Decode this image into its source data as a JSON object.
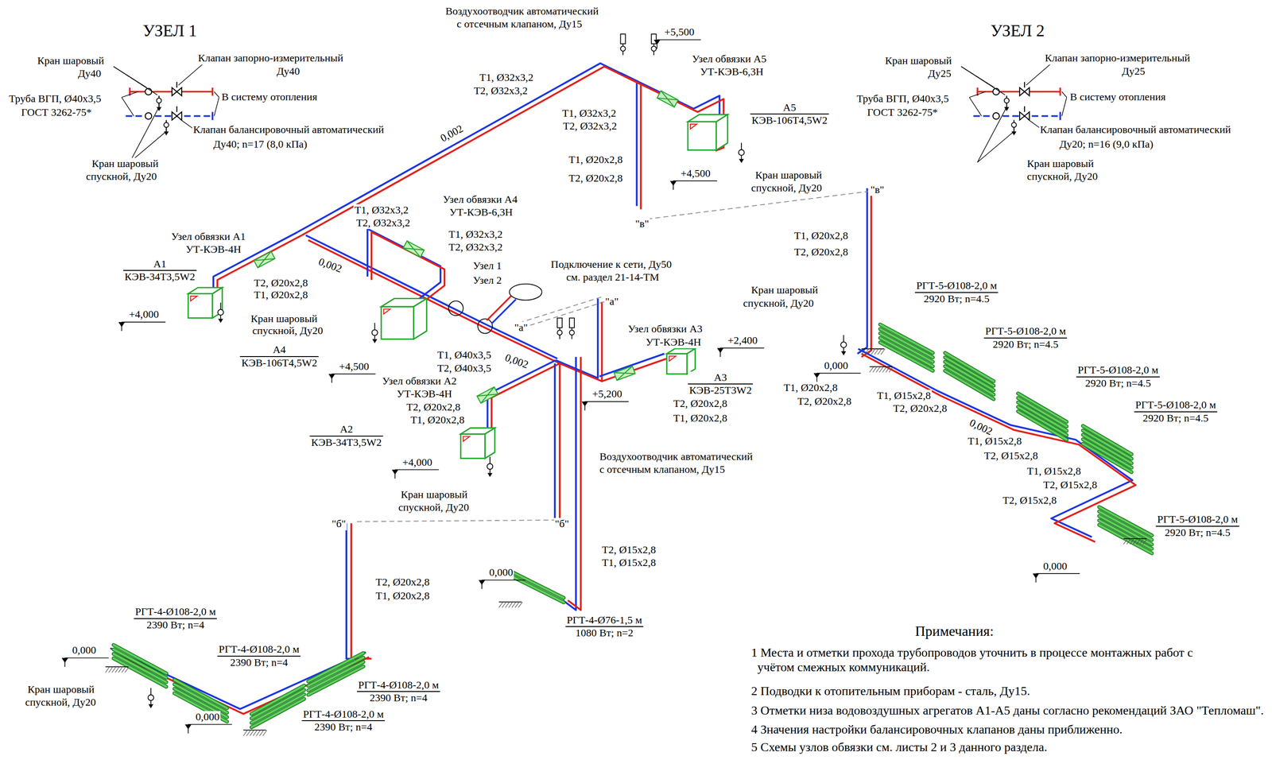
{
  "diagram": {
    "nodes": [
      {
        "text": [
          "А5",
          "КЭВ-106Т4,5W2"
        ]
      },
      {
        "text": [
          "А1",
          "КЭВ-34Т3,5W2"
        ]
      },
      {
        "text": [
          "А4",
          "КЭВ-106Т4,5W2"
        ]
      },
      {
        "text": [
          "А3",
          "КЭВ-25Т3W2"
        ]
      },
      {
        "text": [
          "А2",
          "КЭВ-34Т3,5W2"
        ]
      },
      {
        "text": [
          "РГТ-4-Ø76-1,5 м",
          "1080 Вт; n=2"
        ]
      },
      {
        "text": [
          "РГТ-4-Ø108-2,0 м",
          "2390 Вт; n=4"
        ]
      },
      {
        "text": [
          "РГТ-4-Ø108-2,0 м",
          "2390 Вт; n=4"
        ]
      },
      {
        "text": [
          "РГТ-4-Ø108-2,0 м",
          "2390 Вт; n=4"
        ]
      },
      {
        "text": [
          "РГТ-4-Ø108-2,0 м",
          "2390 Вт; n=4"
        ]
      },
      {
        "text": [
          "РГТ-5-Ø108-2,0 м",
          "2920 Вт; n=4.5"
        ]
      },
      {
        "text": [
          "РГТ-5-Ø108-2,0 м",
          "2920 Вт; n=4.5"
        ]
      },
      {
        "text": [
          "РГТ-5-Ø108-2,0 м",
          "2920 Вт; n=4.5"
        ]
      },
      {
        "text": [
          "РГТ-5-Ø108-2,0 м",
          "2920 Вт; n=4.5"
        ]
      },
      {
        "text": [
          "РГТ-5-Ø108-2,0 м",
          "2920 Вт; n=4.5"
        ]
      }
    ],
    "labels": [
      "УЗЕЛ 1",
      "Кран шаровый",
      "Ду40",
      "Клапан запорно-измерительный",
      "Ду40",
      "Труба ВГП, Ø40х3,5",
      "ГОСТ 3262-75*",
      "В систему отопления",
      "Клапан балансировочный автоматический",
      "Ду40; n=17 (8,0 кПа)",
      "Кран шаровый",
      "спускной, Ду20",
      "Воздухоотводчик автоматический",
      "с отсечным клапаном, Ду15",
      "+5,500",
      "Узел обвязки А5",
      "УТ-КЭВ-6,3Н",
      "Т1, Ø32х3,2",
      "Т2, Ø32х3,2",
      "Т1, Ø32х3,2",
      "Т2, Ø32х3,2",
      "0,002",
      "Т1, Ø20х2,8",
      "Т2, Ø20х2,8",
      "+4,500",
      "Кран шаровый",
      "спускной, Ду20",
      "\"в\"",
      "\"в\"",
      "Узел обвязки А4",
      "УТ-КЭВ-6,3Н",
      "Т1, Ø32х3,2",
      "Т2, Ø32х3,2",
      "Узел обвязки А1",
      "УТ-КЭВ-4Н",
      "0,002",
      "Т1, Ø32х3,2",
      "Т2, Ø32х3,2",
      "Т2, Ø20х2,8",
      "Т1, Ø20х2,8",
      "Подключение к сети, Ду50",
      "см. раздел 21-14-ТМ",
      "Узел 1",
      "Узел 2",
      "\"а\"",
      "+4,000",
      "Кран шаровый",
      "спускной, Ду20",
      "\"а\"",
      "+4,500",
      "Т1, Ø40х3,5",
      "Т2, Ø40х3,5",
      "0,002",
      "Узел обвязки А3",
      "УТ-КЭВ-4Н",
      "+2,400",
      "+5,200",
      "Т2, Ø20х2,8",
      "Т1, Ø20х2,8",
      "Узел обвязки А2",
      "УТ-КЭВ-4Н",
      "Т2, Ø20х2,8",
      "Т1, Ø20х2,8",
      "+4,000",
      "Кран шаровый",
      "спускной, Ду20",
      "Воздухоотводчик автоматический",
      "с отсечным клапаном, Ду15",
      "\"б\"",
      "\"б\"",
      "Т2, Ø15х2,8",
      "Т1, Ø15х2,8",
      "Т2, Ø20х2,8",
      "Т1, Ø20х2,8",
      "0,000",
      "0,000",
      "Кран шаровый",
      "спускной, Ду20",
      "0,000",
      "УЗЕЛ 2",
      "Кран шаровый",
      "Ду25",
      "Клапан запорно-измерительный",
      "Ду25",
      "Труба ВГП, Ø40х3,5",
      "ГОСТ 3262-75*",
      "В систему отопления",
      "Клапан балансировочный автоматический",
      "Ду20; n=16 (9,0 кПа)",
      "Кран шаровый",
      "спускной, Ду20",
      "Т1, Ø20х2,8",
      "Т2, Ø20х2,8",
      "Кран шаровый",
      "спускной, Ду20",
      "0,000",
      "Т1, Ø20х2,8",
      "Т2, Ø20х2,8",
      "Т1, Ø15х2,8",
      "Т2, Ø20х2,8",
      "0,002",
      "Т1, Ø15х2,8",
      "Т2, Ø15х2,8",
      "Т1, Ø15х2,8",
      "Т2, Ø15х2,8",
      "Т2, Ø15х2,8",
      "0,000",
      "Примечания:",
      "1 Места и отметки прохода трубопроводов уточнить в процессе монтажных работ с учётом смежных коммуникаций.",
      "2 Подводки к отопительным приборам - сталь, Ду15.",
      "3 Отметки низа водовоздушных агрегатов А1-А5 даны согласно рекомендаций ЗАО \"Тепломаш\".",
      "4 Значения настройки балансировочных клапанов даны приближенно.",
      "5 Схемы узлов обвязки см. листы 2 и 3 данного раздела."
    ]
  }
}
